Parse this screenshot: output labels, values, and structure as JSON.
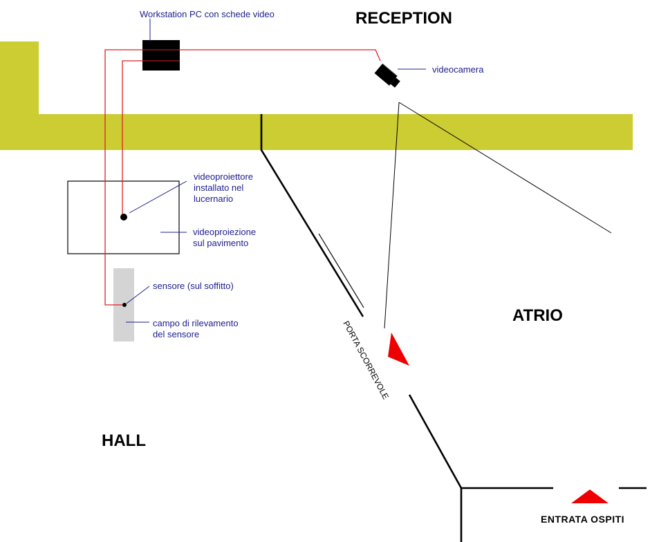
{
  "colors": {
    "wall": "#cccc33",
    "cable": "#e02020",
    "label": "#1c1c8c",
    "sensor_field": "#d4d4d4",
    "arrow": "#ee0000",
    "line": "#000000"
  },
  "rooms": {
    "reception": "RECEPTION",
    "atrio": "ATRIO",
    "hall": "HALL",
    "entrata": "ENTRATA OSPITI"
  },
  "labels": {
    "workstation": "Workstation PC con schede video",
    "videocamera": "videocamera",
    "projector_line1": "videoproiettore",
    "projector_line2": "installato nel",
    "projector_line3": "lucernario",
    "projection_line1": "videoproiezione",
    "projection_line2": "sul pavimento",
    "sensor": "sensore (sul soffitto)",
    "field_line1": "campo di rilevamento",
    "field_line2": "del sensore",
    "door": "PORTA SCORREVOLE"
  },
  "icons": {
    "workstation": "computer-box-icon",
    "camera": "video-camera-icon",
    "projector": "projector-dot-icon",
    "sensor": "sensor-dot-icon",
    "arrow_door": "direction-arrow-icon",
    "arrow_entrance": "entrance-arrow-icon"
  }
}
